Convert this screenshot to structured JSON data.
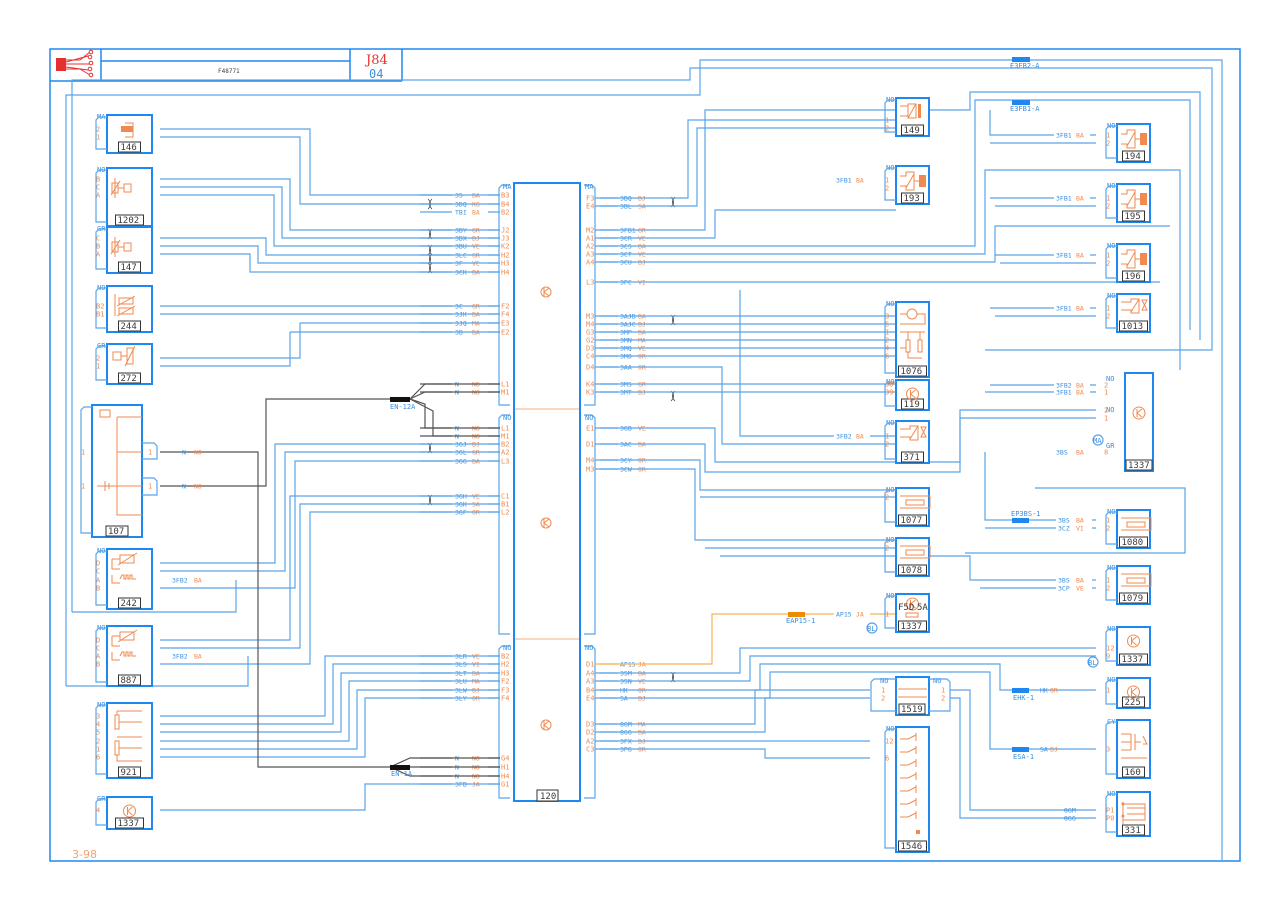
{
  "header": {
    "title": "J84",
    "subtitle": "04",
    "reference": "F48771",
    "page_number": "3-98"
  },
  "main_unit": {
    "label": "120",
    "sections": [
      {
        "left_connector": "MA",
        "right_connector": "MA",
        "left_pins": [
          {
            "code": "3S",
            "color": "BA",
            "pin": "B3"
          },
          {
            "code": "3DQ",
            "color": "KG",
            "pin": "B4"
          },
          {
            "code": "TBI",
            "color": "BA",
            "pin": "B2"
          },
          {
            "code": "3BY",
            "color": "GR",
            "pin": "J2"
          },
          {
            "code": "3BX",
            "color": "BJ",
            "pin": "J3"
          },
          {
            "code": "3BU",
            "color": "VE",
            "pin": "K2"
          },
          {
            "code": "3LC",
            "color": "GR",
            "pin": "H2"
          },
          {
            "code": "3F",
            "color": "VE",
            "pin": "H3"
          },
          {
            "code": "3CK",
            "color": "BA",
            "pin": "H4"
          },
          {
            "code": "3C",
            "color": "GR",
            "pin": "F2"
          },
          {
            "code": "3JK",
            "color": "BA",
            "pin": "F4"
          },
          {
            "code": "3JQ",
            "color": "MA",
            "pin": "E3"
          },
          {
            "code": "3B",
            "color": "BA",
            "pin": "E2"
          },
          {
            "code": "N",
            "color": "NO",
            "pin": "L1"
          },
          {
            "code": "N",
            "color": "NO",
            "pin": "M1"
          }
        ],
        "right_pins": [
          {
            "pin": "F3",
            "code": "3BQ",
            "color": "BJ"
          },
          {
            "pin": "E4",
            "code": "3BL",
            "color": "SA"
          },
          {
            "pin": "M2",
            "code": "3FB1",
            "color": "GR"
          },
          {
            "pin": "A1",
            "code": "3CR",
            "color": "VE"
          },
          {
            "pin": "A2",
            "code": "3CS",
            "color": "BA"
          },
          {
            "pin": "A3",
            "code": "3CT",
            "color": "VE"
          },
          {
            "pin": "A4",
            "code": "3CU",
            "color": "BJ"
          },
          {
            "pin": "L3",
            "code": "3PC",
            "color": "VI"
          },
          {
            "pin": "M3",
            "code": "3AJB",
            "color": "BA"
          },
          {
            "pin": "M4",
            "code": "3AJC",
            "color": "BJ"
          },
          {
            "pin": "G3",
            "code": "3MP",
            "color": "BA"
          },
          {
            "pin": "G2",
            "code": "3MN",
            "color": "MA"
          },
          {
            "pin": "D3",
            "code": "3MQ",
            "color": "VE"
          },
          {
            "pin": "C4",
            "code": "3MO",
            "color": "OR"
          },
          {
            "pin": "D4",
            "code": "3AA",
            "color": "OR"
          },
          {
            "pin": "K4",
            "code": "3MS",
            "color": "GR"
          },
          {
            "pin": "K3",
            "code": "3MT",
            "color": "BJ"
          }
        ]
      },
      {
        "left_connector": "NO",
        "right_connector": "NO",
        "left_pins": [
          {
            "code": "N",
            "color": "NO",
            "pin": "L1"
          },
          {
            "code": "N",
            "color": "NO",
            "pin": "M1"
          },
          {
            "code": "3GJ",
            "color": "BJ",
            "pin": "B2"
          },
          {
            "code": "3GL",
            "color": "GR",
            "pin": "A2"
          },
          {
            "code": "3GG",
            "color": "BA",
            "pin": "L3"
          },
          {
            "code": "3GH",
            "color": "VE",
            "pin": "C1"
          },
          {
            "code": "3GK",
            "color": "SA",
            "pin": "B1"
          },
          {
            "code": "3GF",
            "color": "OR",
            "pin": "L2"
          }
        ],
        "right_pins": [
          {
            "pin": "E1",
            "code": "3GB",
            "color": "VE"
          },
          {
            "pin": "D1",
            "code": "3AC",
            "color": "BA"
          },
          {
            "pin": "M4",
            "code": "3CY",
            "color": "OR"
          },
          {
            "pin": "M3",
            "code": "3CW",
            "color": "OR"
          }
        ]
      },
      {
        "left_connector": "NO",
        "right_connector": "NO",
        "left_pins": [
          {
            "code": "3LR",
            "color": "VE",
            "pin": "B2"
          },
          {
            "code": "3LS",
            "color": "VI",
            "pin": "H2"
          },
          {
            "code": "3LT",
            "color": "BA",
            "pin": "H3"
          },
          {
            "code": "3LU",
            "color": "MA",
            "pin": "F2"
          },
          {
            "code": "3LW",
            "color": "BJ",
            "pin": "F3"
          },
          {
            "code": "3LY",
            "color": "OR",
            "pin": "F4"
          },
          {
            "code": "N",
            "color": "NO",
            "pin": "G4"
          },
          {
            "code": "N",
            "color": "NO",
            "pin": "H1"
          },
          {
            "code": "N",
            "color": "NO",
            "pin": "H4"
          },
          {
            "code": "3FB",
            "color": "JA",
            "pin": "G1"
          }
        ],
        "right_pins": [
          {
            "pin": "D1",
            "code": "AP15",
            "color": "JA"
          },
          {
            "pin": "A4",
            "code": "3SM",
            "color": "BA"
          },
          {
            "pin": "A3",
            "code": "3SN",
            "color": "VE"
          },
          {
            "pin": "B4",
            "code": "HK",
            "color": "OR"
          },
          {
            "pin": "E4",
            "code": "SA",
            "color": "BJ"
          },
          {
            "pin": "D3",
            "code": "8GM",
            "color": "MA"
          },
          {
            "pin": "D2",
            "code": "8GG",
            "color": "BA"
          },
          {
            "pin": "A2",
            "code": "3FX",
            "color": "BJ"
          },
          {
            "pin": "C3",
            "code": "3PG",
            "color": "OR"
          }
        ]
      }
    ]
  },
  "left_components": [
    {
      "label": "146",
      "connector": "MA",
      "pins": [
        "2",
        "1"
      ]
    },
    {
      "label": "1202",
      "connector": "NO",
      "pins": [
        "B",
        "C",
        "A"
      ]
    },
    {
      "label": "147",
      "connector": "GR",
      "pins": [
        "C",
        "B",
        "A"
      ]
    },
    {
      "label": "244",
      "connector": "NO",
      "pins": [
        "B2",
        "B1"
      ]
    },
    {
      "label": "272",
      "connector": "GR",
      "pins": [
        "2",
        "1"
      ]
    },
    {
      "label": "107",
      "connector": "",
      "pins": [
        "1",
        "1"
      ],
      "wires": [
        {
          "code": "N",
          "color": "NO"
        },
        {
          "code": "N",
          "color": "NO"
        }
      ]
    },
    {
      "label": "242",
      "connector": "NO",
      "pins": [
        "D",
        "C",
        "A",
        "B"
      ],
      "wires": [
        {
          "code": "3FB2",
          "color": "BA"
        }
      ]
    },
    {
      "label": "887",
      "connector": "NO",
      "pins": [
        "D",
        "C",
        "A",
        "B"
      ],
      "wires": [
        {
          "code": "3FB2",
          "color": "BA"
        }
      ]
    },
    {
      "label": "921",
      "connector": "NO",
      "pins": [
        "3",
        "4",
        "5",
        "2",
        "1",
        "6"
      ]
    },
    {
      "label": "1337",
      "connector": "GR",
      "pins": [
        "4"
      ]
    }
  ],
  "right_components": [
    {
      "label": "149",
      "connector": "NO",
      "pins": [
        "1",
        "2"
      ]
    },
    {
      "label": "193",
      "connector": "NO",
      "pins": [
        "1",
        "2"
      ],
      "wires": [
        {
          "code": "3FB1",
          "color": "BA"
        }
      ]
    },
    {
      "label": "194",
      "connector": "NO",
      "pins": [
        "1",
        "2"
      ],
      "wires": [
        {
          "code": "3FB1",
          "color": "BA"
        }
      ]
    },
    {
      "label": "195",
      "connector": "NO",
      "pins": [
        "1",
        "2"
      ],
      "wires": [
        {
          "code": "3FB1",
          "color": "BA"
        }
      ]
    },
    {
      "label": "196",
      "connector": "NO",
      "pins": [
        "1",
        "2"
      ],
      "wires": [
        {
          "code": "3FB1",
          "color": "BA"
        }
      ]
    },
    {
      "label": "1013",
      "connector": "NO",
      "pins": [
        "1",
        "2"
      ],
      "wires": [
        {
          "code": "3FB1",
          "color": "BA"
        }
      ]
    },
    {
      "label": "1076",
      "connector": "NO",
      "pins": [
        "3",
        "5",
        "1",
        "2",
        "4",
        "6"
      ]
    },
    {
      "label": "119",
      "connector": "NO",
      "pins": [
        "38",
        "39"
      ]
    },
    {
      "label": "371",
      "connector": "NO",
      "pins": [
        "1",
        "2"
      ],
      "wires": [
        {
          "code": "3FB2",
          "color": "BA"
        }
      ]
    },
    {
      "label": "1337",
      "connectors": [
        "NO",
        "NO",
        "GR"
      ],
      "pins": [
        "2",
        "1",
        "2",
        "1",
        "8"
      ],
      "wires": [
        {
          "code": "3FB2",
          "color": "BA"
        },
        {
          "code": "3FB1",
          "color": "BA"
        },
        {
          "code": "3BS",
          "color": "BA"
        }
      ],
      "badge": "MA"
    },
    {
      "label": "1077",
      "connector": "NO",
      "pins": [
        "1",
        "2"
      ]
    },
    {
      "label": "1078",
      "connector": "NO",
      "pins": [
        "1",
        "2"
      ]
    },
    {
      "label": "1080",
      "connector": "NO",
      "pins": [
        "1",
        "2"
      ],
      "wires": [
        {
          "code": "3BS",
          "color": "BA"
        },
        {
          "code": "3CZ",
          "color": "VI"
        }
      ]
    },
    {
      "label": "1079",
      "connector": "NO",
      "pins": [
        "1",
        "2"
      ],
      "wires": [
        {
          "code": "3BS",
          "color": "BA"
        },
        {
          "code": "3CP",
          "color": "VE"
        }
      ]
    },
    {
      "label": "1337",
      "connector": "NO",
      "pins": [
        "1"
      ],
      "fuse": "F5D",
      "rating": "5A",
      "badge": "BL",
      "wires": [
        {
          "code": "AP15",
          "color": "JA"
        }
      ]
    },
    {
      "label": "1337",
      "connector": "NO",
      "pins": [
        "12",
        "9"
      ],
      "badge": "BL"
    },
    {
      "label": "1519",
      "connectors": [
        "NO",
        "NO"
      ],
      "pins": [
        "1",
        "2",
        "1",
        "2"
      ]
    },
    {
      "label": "225",
      "connector": "NO",
      "pins": [
        "1"
      ],
      "wires": [
        {
          "code": "HK",
          "color": "OR"
        }
      ]
    },
    {
      "label": "1546",
      "connector": "NO",
      "pins": [
        "12",
        "6"
      ]
    },
    {
      "label": "160",
      "connector": "CY",
      "pins": [
        "3"
      ],
      "wires": [
        {
          "code": "SA",
          "color": "BJ"
        }
      ]
    },
    {
      "label": "331",
      "connector": "NO",
      "pins": [
        "P1",
        "P0"
      ],
      "wires": [
        {
          "code": "8GM"
        },
        {
          "code": "8GG"
        }
      ]
    }
  ],
  "splices": [
    {
      "label": "E3FB2-A",
      "color": "#1e88f0"
    },
    {
      "label": "E3FB1-A",
      "color": "#1e88f0"
    },
    {
      "label": "EN-12A",
      "color": "#111111"
    },
    {
      "label": "EN-1A",
      "color": "#111111"
    },
    {
      "label": "EAP15-1",
      "color": "#f08a00"
    },
    {
      "label": "EP3BS-1",
      "color": "#1e88f0"
    },
    {
      "label": "EHK-1",
      "color": "#1e88f0"
    },
    {
      "label": "ESA-1",
      "color": "#1e88f0"
    }
  ],
  "colors": {
    "wire": "#5aa5e8",
    "ground_wire": "#555555",
    "supply_wire": "#f5b450",
    "frame": "#1e88f0",
    "symbol": "#f08a50",
    "title": "#e53030"
  }
}
